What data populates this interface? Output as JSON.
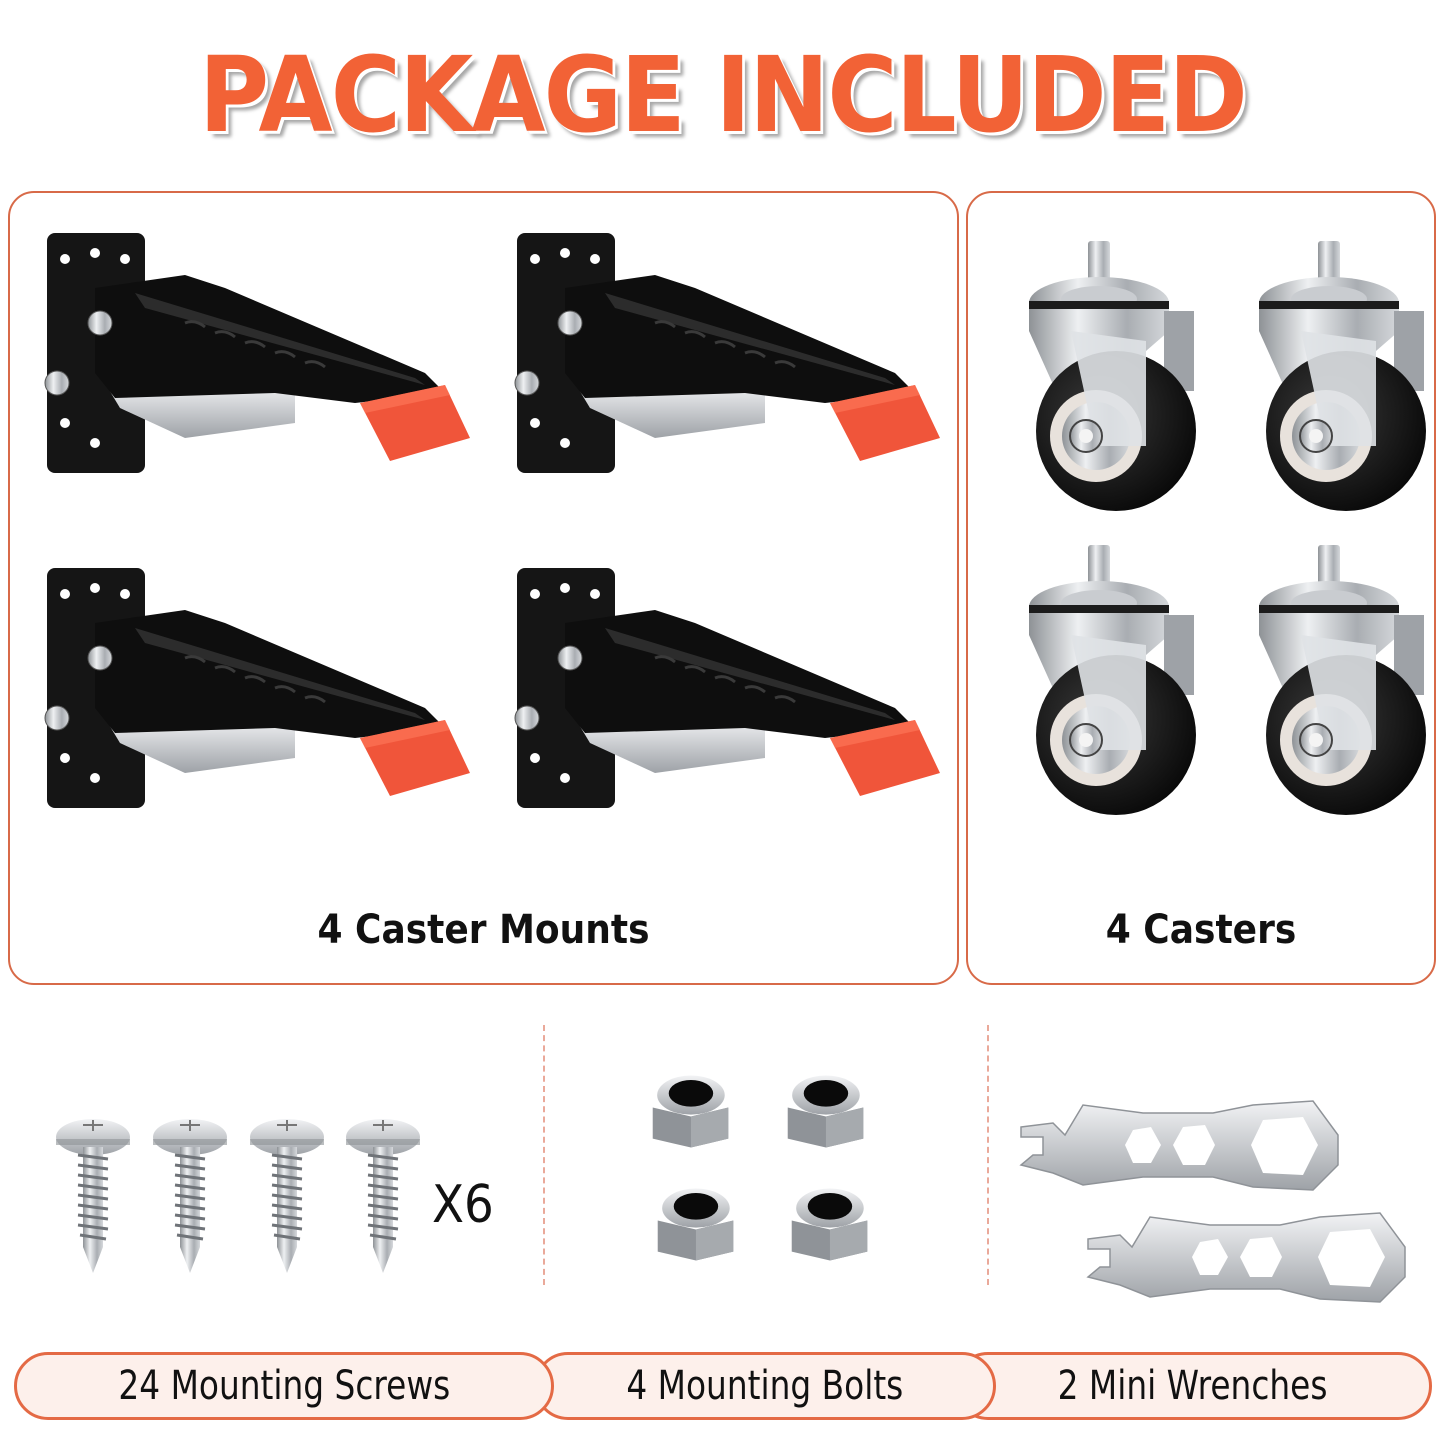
{
  "header": {
    "title": "PACKAGE INCLUDED"
  },
  "colors": {
    "accent": "#f26236",
    "panel_border": "#d86a48",
    "pill_fill": "#fdf0eb",
    "pill_border": "#e46a45",
    "divider": "#eaa99a",
    "mount_body": "#111111",
    "mount_pedal": "#f0553a"
  },
  "panels": [
    {
      "id": "caster-mounts",
      "label": "4 Caster Mounts",
      "item_count": 4,
      "item_icon": "caster-mount-bracket-icon"
    },
    {
      "id": "casters",
      "label": "4 Casters",
      "item_count": 4,
      "item_icon": "swivel-caster-wheel-icon"
    }
  ],
  "accessories": {
    "screws": {
      "icon": "screw-icon",
      "shown": 4,
      "multiplier": "X6"
    },
    "bolts": {
      "icon": "lock-nut-icon",
      "shown": 4
    },
    "wrenches": {
      "icon": "mini-wrench-icon",
      "shown": 2
    }
  },
  "bottom_labels": [
    "24 Mounting Screws",
    "4 Mounting Bolts",
    "2 Mini Wrenches"
  ]
}
